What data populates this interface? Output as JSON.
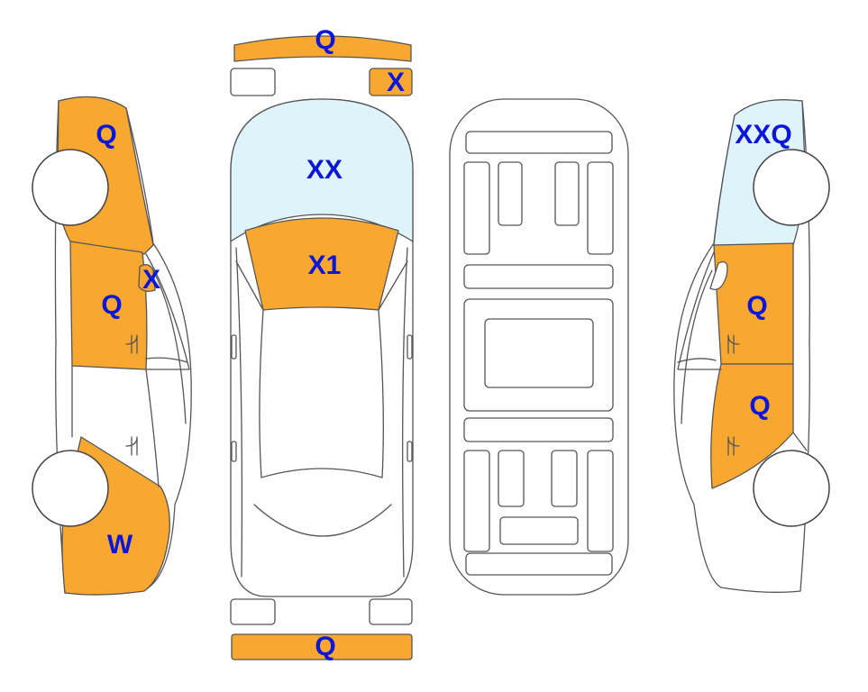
{
  "colors": {
    "damaged": "#f8a830",
    "glass": "#dff3fa",
    "body": "#ffffff",
    "outline": "#555555",
    "code_text": "#0b17d8"
  },
  "codes": {
    "front_bumper": "Q",
    "headlight_right": "X",
    "windshield": "XX",
    "hood": "X1",
    "rear_bumper": "Q",
    "left_front_fender": "Q",
    "left_mirror": "X",
    "left_front_door": "Q",
    "left_rear_quarter": "W",
    "right_windshield_corner": "XXQ",
    "right_front_door": "Q",
    "right_rear_door": "Q"
  }
}
